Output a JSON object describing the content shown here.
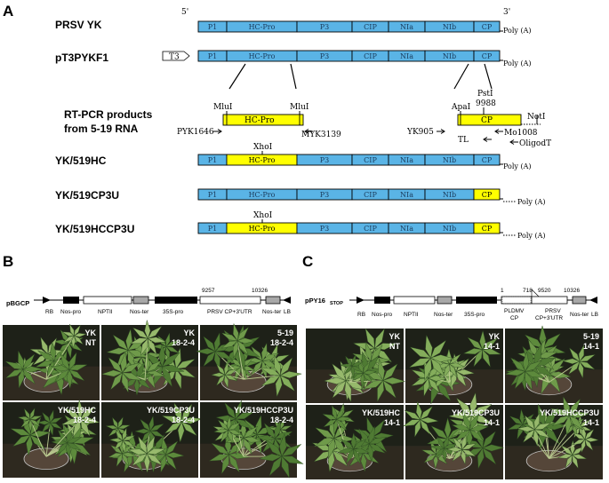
{
  "panels": {
    "a": "A",
    "b": "B",
    "c": "C"
  },
  "genome": {
    "five_prime": "5'",
    "three_prime": "3'",
    "poly_a": "Poly (A)",
    "segments": [
      "P1",
      "HC-Pro",
      "P3",
      "CIP",
      "NIa",
      "NIb",
      "CP"
    ]
  },
  "rows": {
    "prsv": "PRSV YK",
    "pt3": "pT3PYKF1",
    "t3": "T3",
    "rtpcr_line1": "RT-PCR products",
    "rtpcr_line2": "from 5-19 RNA",
    "hc": "YK/519HC",
    "cp3u": "YK/519CP3U",
    "hccp3u": "YK/519HCCP3U"
  },
  "fragments": {
    "hc_box": "HC-Pro",
    "cp_box": "CP",
    "mlui_left": "MluI",
    "mlui_right": "MluI",
    "apai": "ApaI",
    "psti": "PstI",
    "psti_pos": "9988",
    "noti": "NotI",
    "pyk1646": "PYK1646",
    "myk3139": "MYK3139",
    "yk905": "YK905",
    "mo1008": "Mo1008",
    "tl": "TL",
    "oligodt": "OligodT",
    "xhoi_hc": "XhoI",
    "xhoi_hccp": "XhoI"
  },
  "construct_b": {
    "name": "pBGCP",
    "pos1": "9257",
    "pos2": "10326",
    "parts": [
      "RB",
      "Nos-pro",
      "NPTII",
      "Nos-ter",
      "35S-pro",
      "PRSV CP+3'UTR",
      "Nos-ter",
      "LB"
    ]
  },
  "construct_c": {
    "name_prefix": "pPY16",
    "name_suffix": "STOP",
    "pos1": "1",
    "pos2": "718",
    "pos3": "9520",
    "pos4": "10326",
    "parts": [
      "RB",
      "Nos-pro",
      "NPTII",
      "Nos-ter",
      "35S-pro",
      "PLDMV",
      "CP",
      "PRSV",
      "CP+3'UTR",
      "Nos-ter",
      "LB"
    ]
  },
  "photos_b": [
    [
      "YK",
      "NT"
    ],
    [
      "YK",
      "18-2-4"
    ],
    [
      "5-19",
      "18-2-4"
    ],
    [
      "YK/519HC",
      "18-2-4"
    ],
    [
      "YK/519CP3U",
      "18-2-4"
    ],
    [
      "YK/519HCCP3U",
      "18-2-4"
    ]
  ],
  "photos_c": [
    [
      "YK",
      "NT"
    ],
    [
      "YK",
      "14-1"
    ],
    [
      "5-19",
      "14-1"
    ],
    [
      "YK/519HC",
      "14-1"
    ],
    [
      "YK/519CP3U",
      "14-1"
    ],
    [
      "YK/519HCCP3U",
      "14-1"
    ]
  ],
  "colors": {
    "genome": "#5ab4e6",
    "fragment": "#ffff00",
    "photo_bg": "#1e2118"
  }
}
